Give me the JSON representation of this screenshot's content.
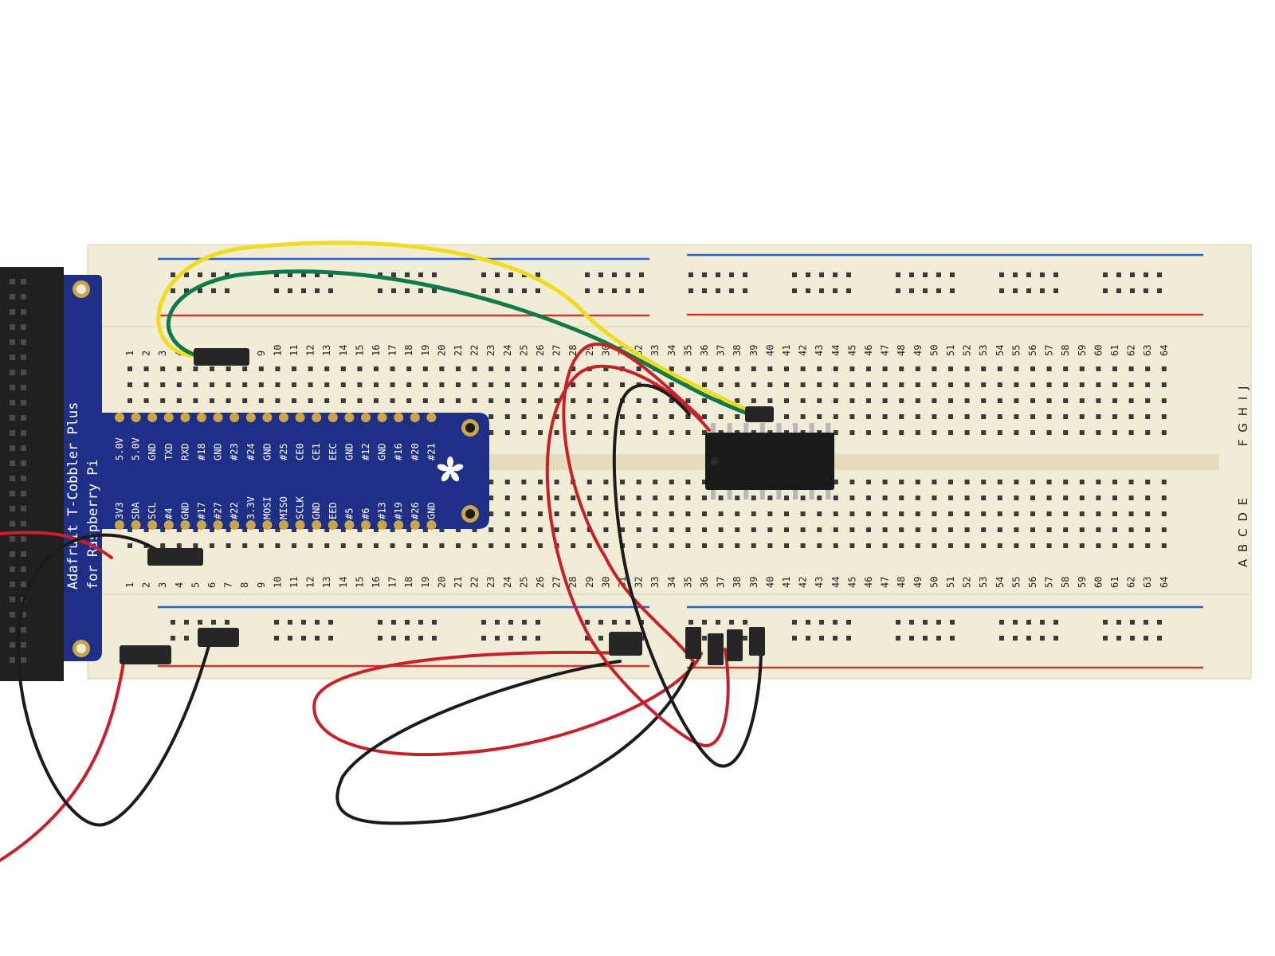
{
  "cobbler": {
    "title_line1": "Adafruit T-Cobbler Plus",
    "title_line2": "for Raspberry Pi",
    "pins_top": [
      "5.0V",
      "5.0V",
      "GND",
      "TXD",
      "RXD",
      "#18",
      "GND",
      "#23",
      "#24",
      "GND",
      "#25",
      "CE0",
      "CE1",
      "EEC",
      "GND",
      "#12",
      "GND",
      "#16",
      "#20",
      "#21"
    ],
    "pins_bottom": [
      "3V3",
      "SDA",
      "SCL",
      "#4",
      "GND",
      "#17",
      "#27",
      "#22",
      "3.3V",
      "MOSI",
      "MISO",
      "SCLK",
      "GND",
      "EED",
      "#5",
      "#6",
      "#13",
      "#19",
      "#26",
      "GND"
    ]
  },
  "breadboard": {
    "columns": [
      "1",
      "2",
      "3",
      "4",
      "5",
      "6",
      "7",
      "8",
      "9",
      "10",
      "11",
      "12",
      "13",
      "14",
      "15",
      "16",
      "17",
      "18",
      "19",
      "20",
      "21",
      "22",
      "23",
      "24",
      "25",
      "26",
      "27",
      "28",
      "29",
      "30",
      "31",
      "32",
      "33",
      "34",
      "35",
      "36",
      "37",
      "38",
      "39",
      "40",
      "41",
      "42",
      "43",
      "44",
      "45",
      "46",
      "47",
      "48",
      "49",
      "50",
      "51",
      "52",
      "53",
      "54",
      "55",
      "56",
      "57",
      "58",
      "59",
      "60",
      "61",
      "62",
      "63",
      "64"
    ],
    "rows_top_label": "F G H I J",
    "rows_bottom_label": "A B C D E"
  },
  "colors": {
    "board": "#f1ecd6",
    "pcb": "#1f2f85",
    "wire_red": "#c8202a",
    "wire_black": "#1b1b1b",
    "wire_yellow": "#f0dc1e",
    "wire_green": "#0d7a4a",
    "rail_blue": "#2a64c4",
    "rail_red": "#d2352d"
  }
}
